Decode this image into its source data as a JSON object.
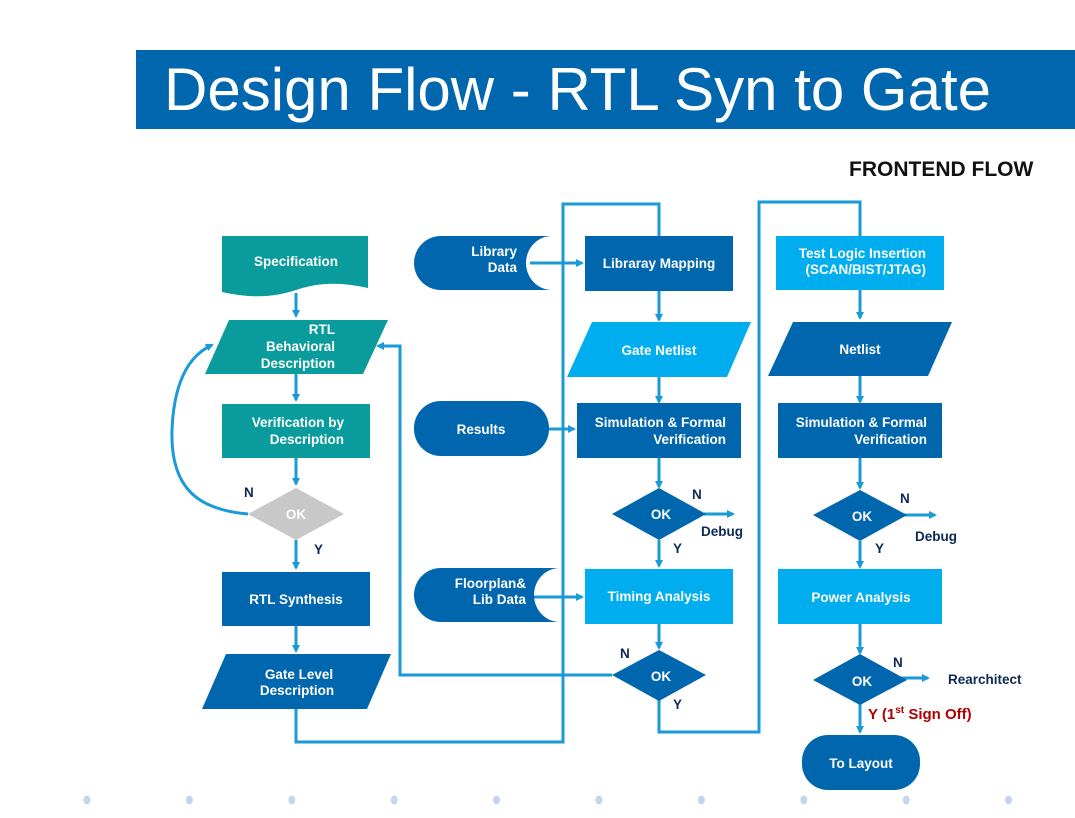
{
  "header": {
    "title": "Design Flow - RTL Syn to Gate"
  },
  "subtitle": "FRONTEND FLOW",
  "colors": {
    "title_bar": "#0066AD",
    "teal": "#0A9C9C",
    "dark_blue": "#0066AD",
    "light_blue": "#00AEEF",
    "gray": "#C8C8C8",
    "connector": "#1A9AD6",
    "label_dark": "#0C2A55",
    "signoff_red": "#B00000",
    "dot": "#C5D5F0"
  },
  "left_column": {
    "specification": "Specification",
    "rtl_behavioral": [
      "RTL",
      "Behavioral",
      "Description"
    ],
    "verification": [
      "Verification by",
      "Description"
    ],
    "ok": "OK",
    "n": "N",
    "y": "Y",
    "rtl_synthesis": "RTL Synthesis",
    "gate_level": [
      "Gate Level",
      "Description"
    ]
  },
  "inputs": {
    "library_data": [
      "Library",
      "Data"
    ],
    "results": "Results",
    "floorplan": [
      "Floorplan&",
      "Lib Data"
    ]
  },
  "middle_column": {
    "library_mapping": "Libraray Mapping",
    "gate_netlist": "Gate Netlist",
    "sim_formal": [
      "Simulation & Formal",
      "Verification"
    ],
    "ok1": "OK",
    "n1": "N",
    "debug": "Debug",
    "y1": "Y",
    "timing": "Timing Analysis",
    "ok2": "OK",
    "n2": "N",
    "y2": "Y"
  },
  "right_column": {
    "test_logic": [
      "Test Logic Insertion",
      "(SCAN/BIST/JTAG)"
    ],
    "netlist": "Netlist",
    "sim_formal": [
      "Simulation & Formal",
      "Verification"
    ],
    "ok1": "OK",
    "n1": "N",
    "debug": "Debug",
    "y1": "Y",
    "power": "Power Analysis",
    "ok2": "OK",
    "n2": "N",
    "rearchitect": "Rearchitect",
    "signoff_y": "Y (1",
    "signoff_sup": "st",
    "signoff_rest": " Sign Off)",
    "to_layout": "To Layout"
  },
  "footer": {
    "dot_count": 10
  }
}
